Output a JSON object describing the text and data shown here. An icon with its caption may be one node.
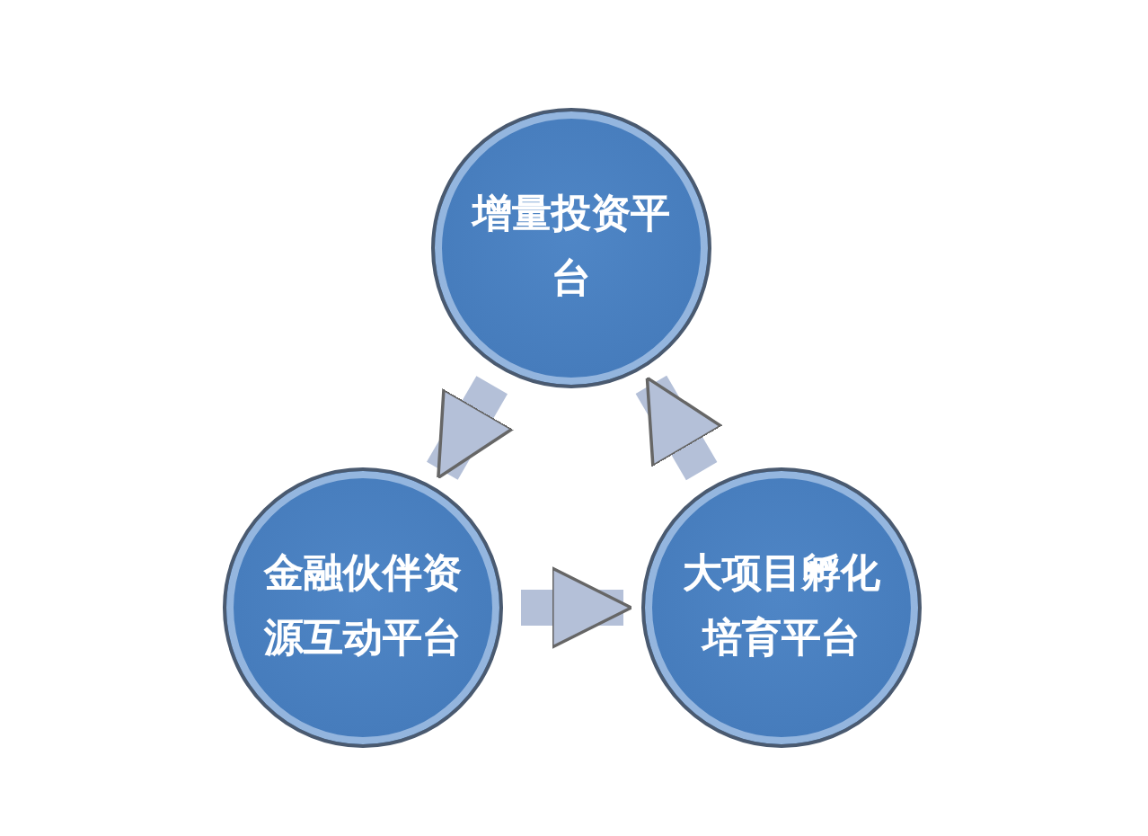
{
  "diagram": {
    "nodes": [
      {
        "text": [
          "增量投资平台"
        ]
      },
      {
        "text": [
          "金融伙伴资源互动平台"
        ]
      },
      {
        "text": [
          "大项目孵化培育平台"
        ]
      }
    ],
    "edges": [
      {
        "from": 0,
        "to": 1,
        "arrow": "to"
      },
      {
        "from": 1,
        "to": 2,
        "arrow": "to"
      },
      {
        "from": 2,
        "to": 0,
        "arrow": "to"
      }
    ]
  }
}
